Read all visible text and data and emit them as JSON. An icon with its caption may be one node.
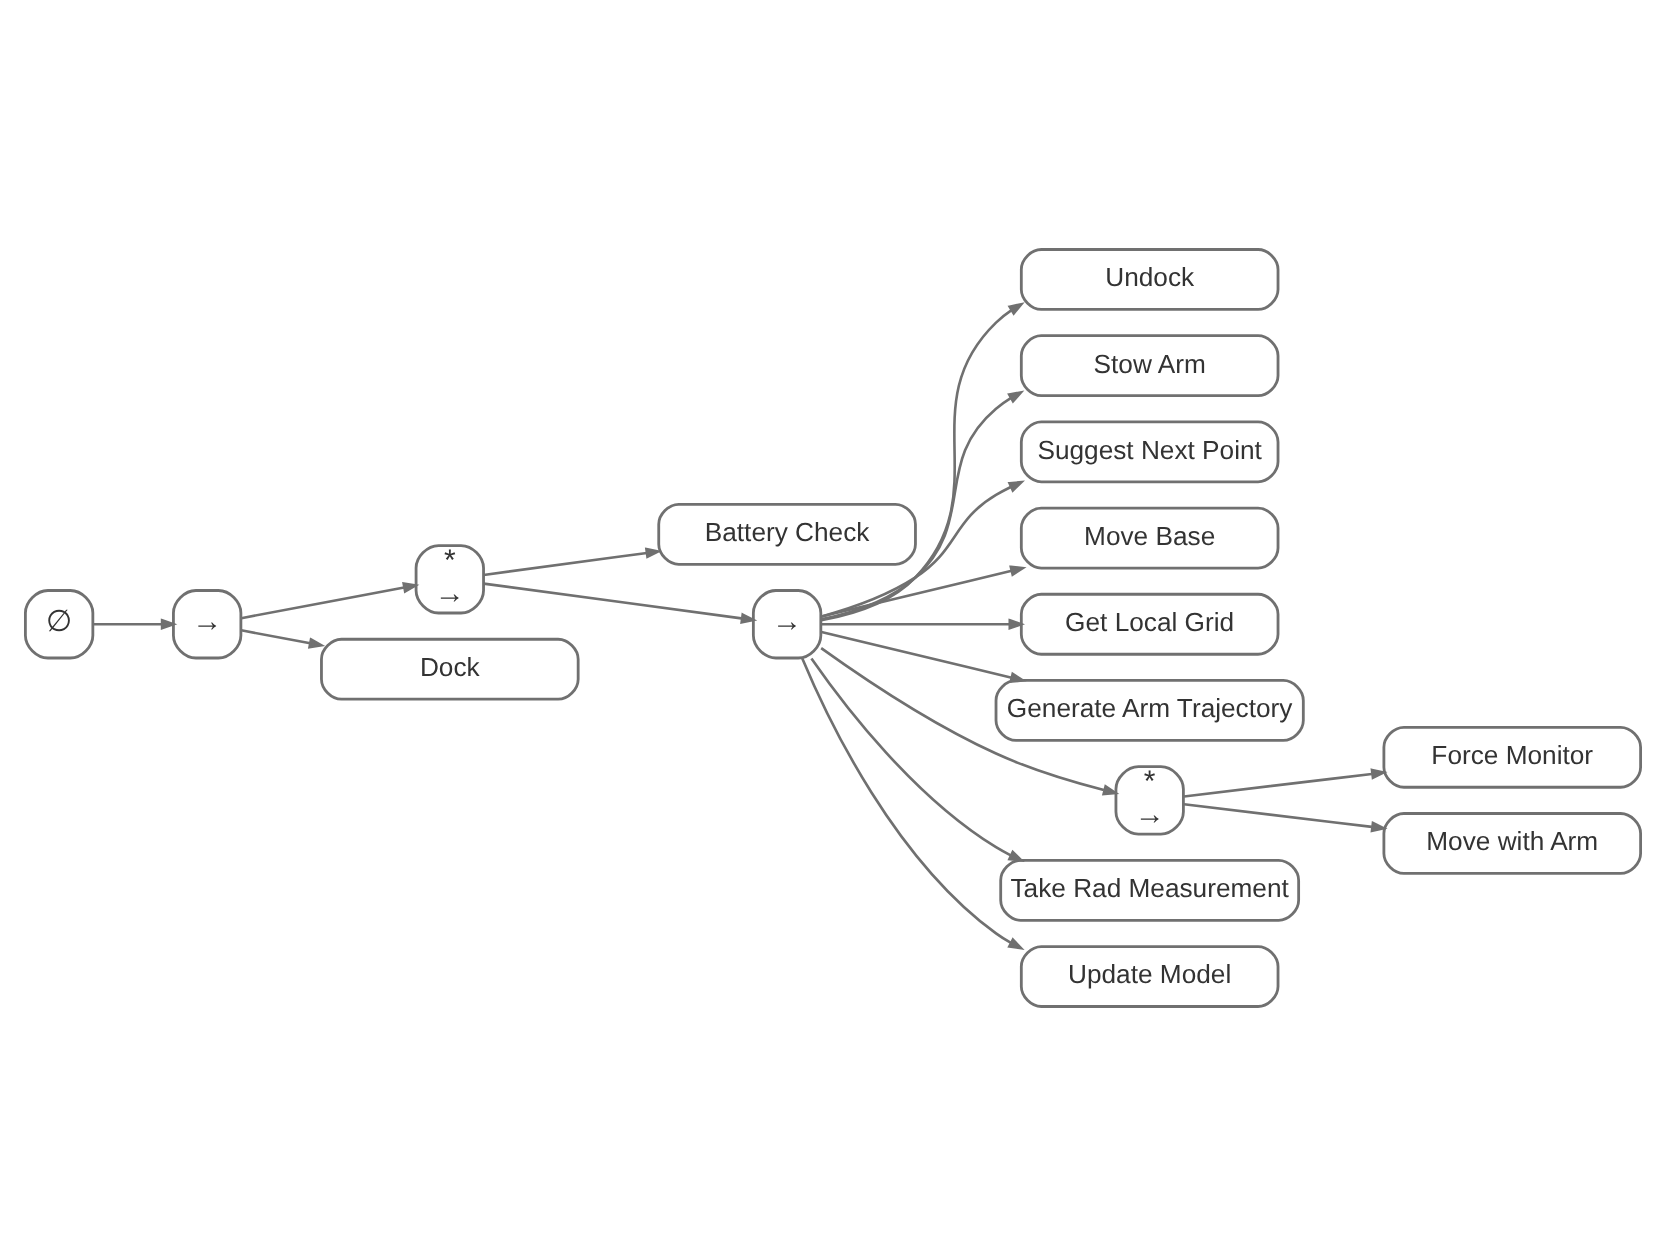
{
  "diagram": {
    "nodes": [
      {
        "text": [
          "∅"
        ]
      },
      {
        "text": [
          "→"
        ]
      },
      {
        "text": [
          "*",
          "→"
        ]
      },
      {
        "text": [
          "Battery Check"
        ]
      },
      {
        "text": [
          "Dock"
        ]
      },
      {
        "text": [
          "→"
        ]
      },
      {
        "text": [
          "Undock"
        ]
      },
      {
        "text": [
          "Stow Arm"
        ]
      },
      {
        "text": [
          "Suggest Next Point"
        ]
      },
      {
        "text": [
          "Move Base"
        ]
      },
      {
        "text": [
          "Get Local Grid"
        ]
      },
      {
        "text": [
          "Generate Arm Trajectory"
        ]
      },
      {
        "text": [
          "*",
          "→"
        ]
      },
      {
        "text": [
          "Force Monitor"
        ]
      },
      {
        "text": [
          "Move with Arm"
        ]
      },
      {
        "text": [
          "Take Rad Measurement"
        ]
      },
      {
        "text": [
          "Update Model"
        ]
      }
    ],
    "edges": [
      {
        "from": 0,
        "to": 1,
        "arrow": "to"
      },
      {
        "from": 1,
        "to": 2,
        "arrow": "to"
      },
      {
        "from": 1,
        "to": 4,
        "arrow": "to"
      },
      {
        "from": 2,
        "to": 3,
        "arrow": "to"
      },
      {
        "from": 2,
        "to": 5,
        "arrow": "to"
      },
      {
        "from": 5,
        "to": 6,
        "arrow": "to"
      },
      {
        "from": 5,
        "to": 7,
        "arrow": "to"
      },
      {
        "from": 5,
        "to": 8,
        "arrow": "to"
      },
      {
        "from": 5,
        "to": 9,
        "arrow": "to"
      },
      {
        "from": 5,
        "to": 10,
        "arrow": "to"
      },
      {
        "from": 5,
        "to": 11,
        "arrow": "to"
      },
      {
        "from": 5,
        "to": 12,
        "arrow": "to"
      },
      {
        "from": 12,
        "to": 13,
        "arrow": "to"
      },
      {
        "from": 12,
        "to": 14,
        "arrow": "to"
      },
      {
        "from": 5,
        "to": 15,
        "arrow": "to"
      },
      {
        "from": 5,
        "to": 16,
        "arrow": "to"
      }
    ]
  }
}
